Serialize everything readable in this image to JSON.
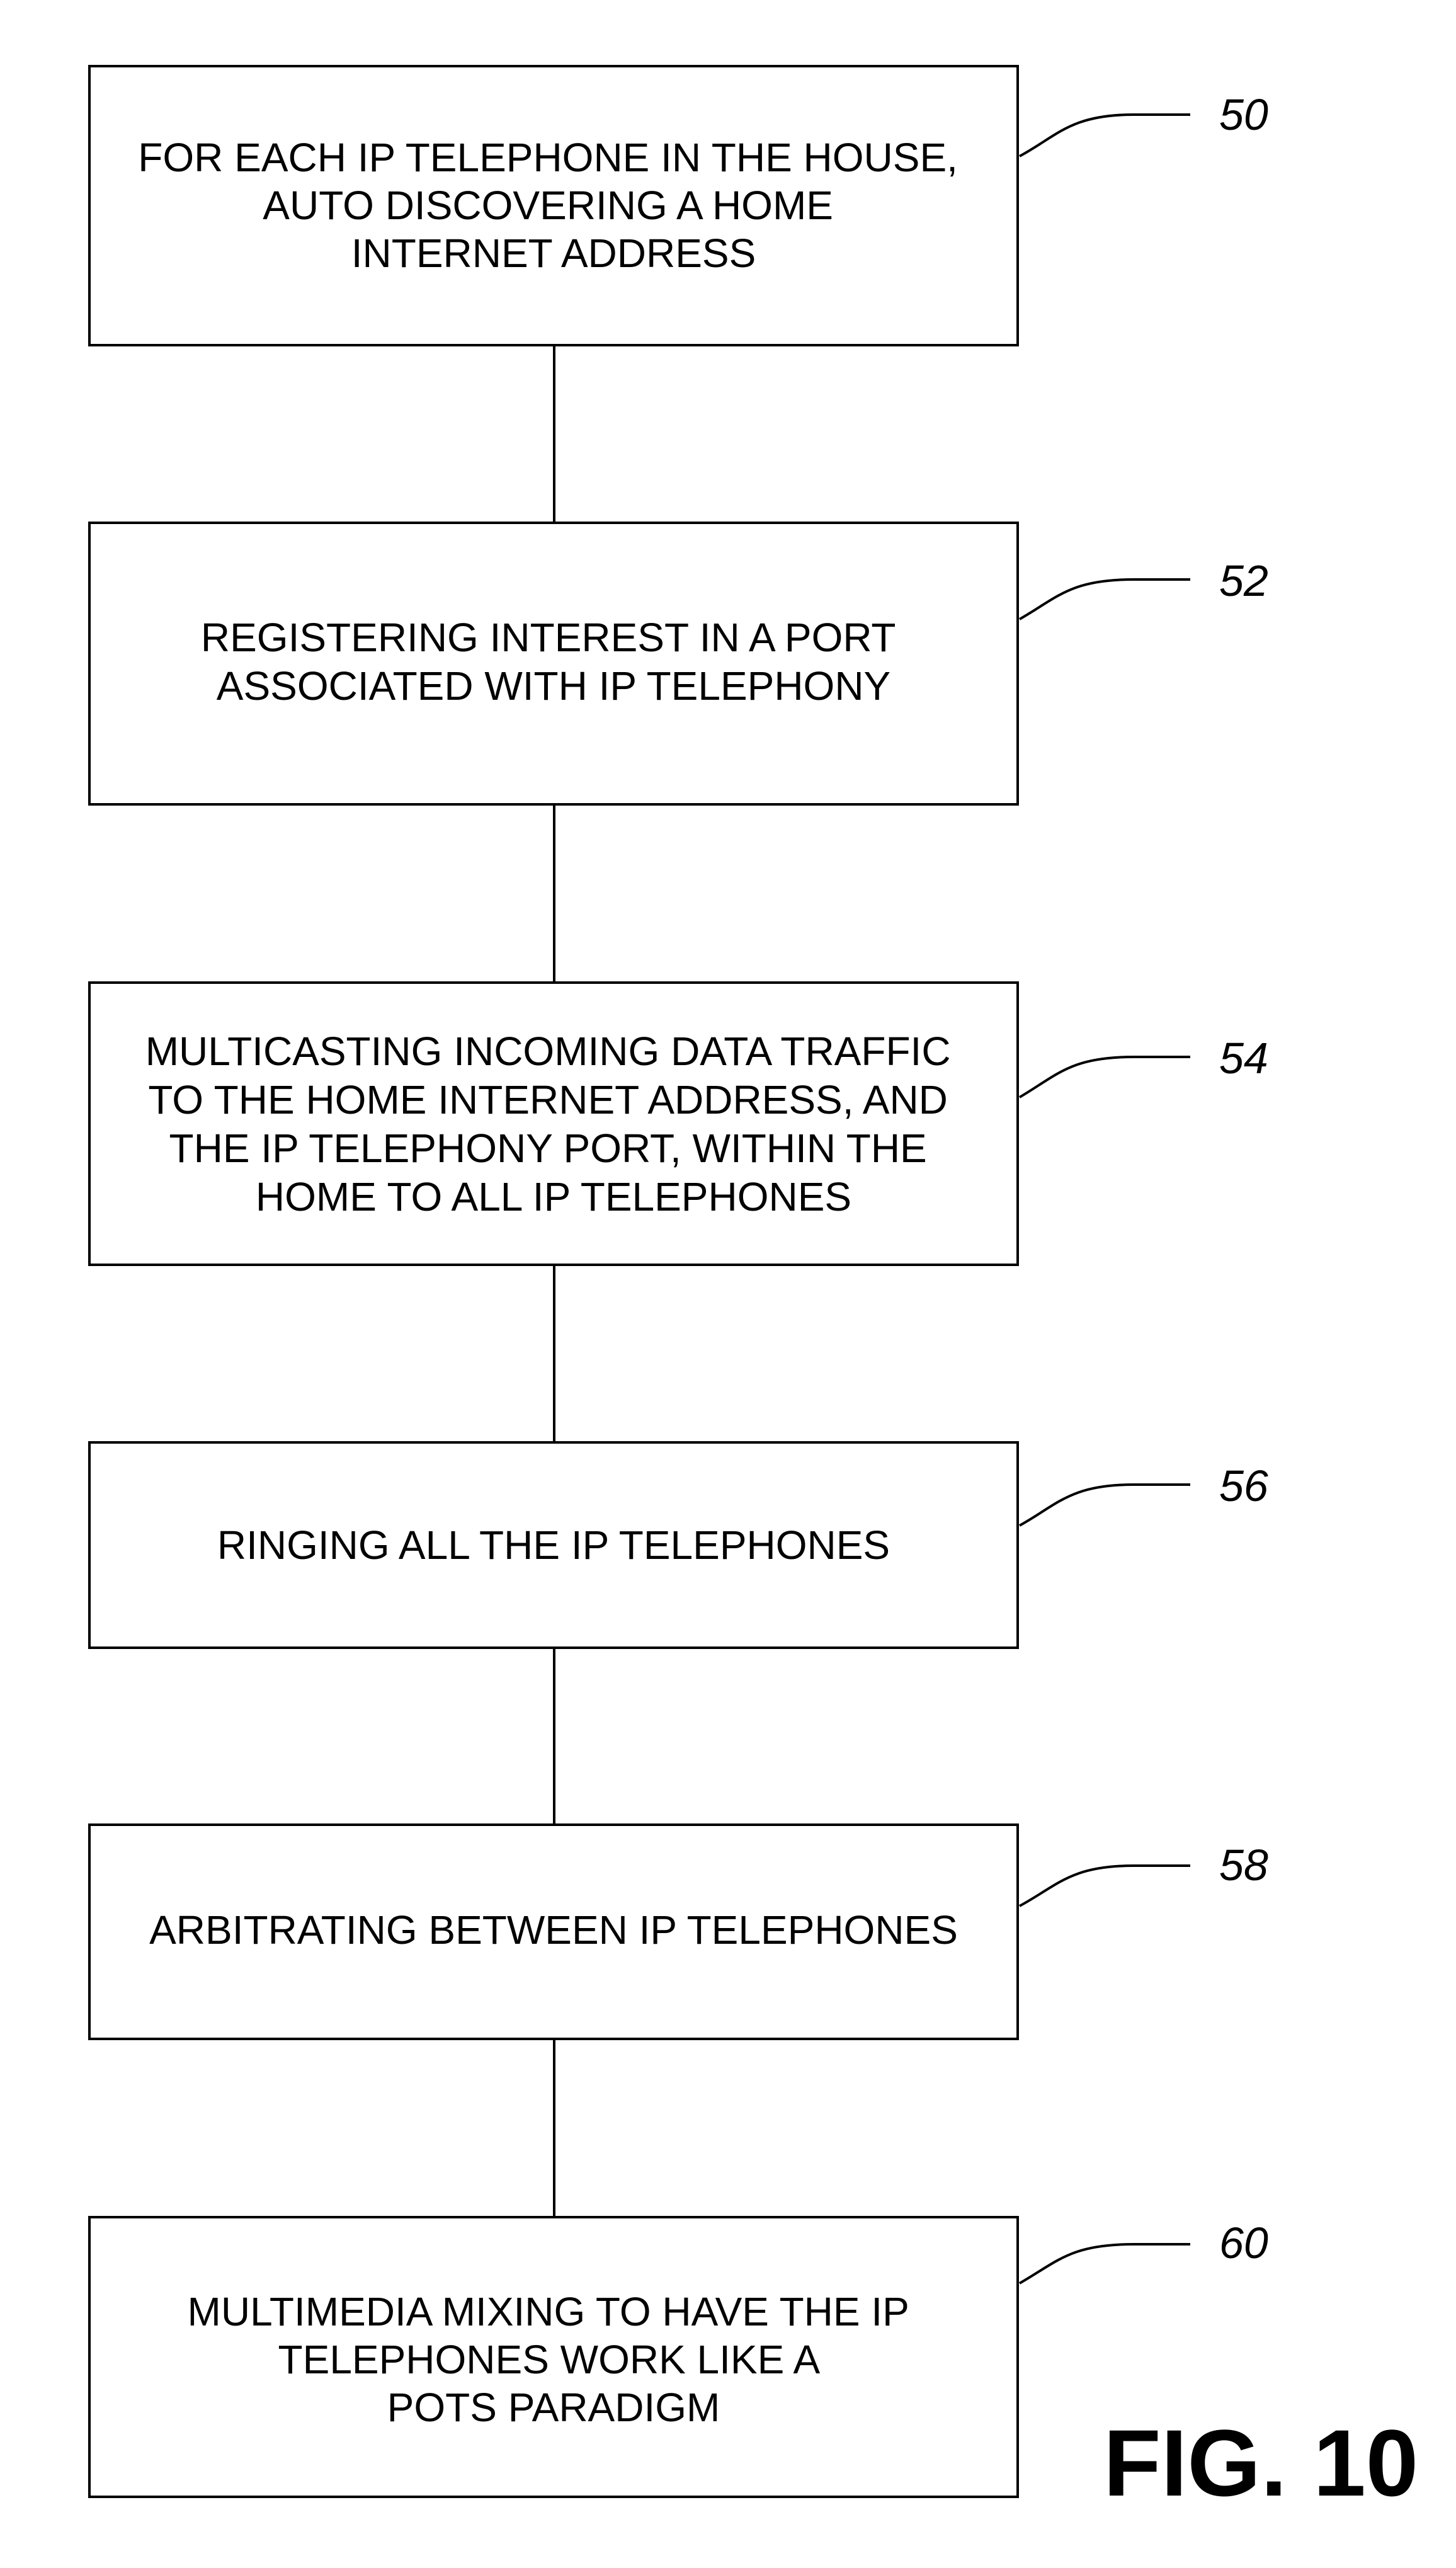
{
  "figure": {
    "label": "FIG. 10",
    "steps": [
      {
        "ref": "50",
        "lines": [
          "FOR EACH IP TELEPHONE IN THE HOUSE,",
          "AUTO DISCOVERING A HOME",
          "INTERNET ADDRESS"
        ]
      },
      {
        "ref": "52",
        "lines": [
          "REGISTERING INTEREST IN A PORT",
          "ASSOCIATED WITH IP TELEPHONY"
        ]
      },
      {
        "ref": "54",
        "lines": [
          "MULTICASTING INCOMING DATA TRAFFIC",
          "TO THE HOME INTERNET ADDRESS, AND",
          "THE IP TELEPHONY PORT, WITHIN THE",
          "HOME TO ALL IP TELEPHONES"
        ]
      },
      {
        "ref": "56",
        "lines": [
          "RINGING ALL THE IP TELEPHONES"
        ]
      },
      {
        "ref": "58",
        "lines": [
          "ARBITRATING  BETWEEN IP TELEPHONES"
        ]
      },
      {
        "ref": "60",
        "lines": [
          "MULTIMEDIA MIXING TO HAVE THE IP",
          "TELEPHONES WORK LIKE A",
          "POTS PARADIGM"
        ]
      }
    ]
  }
}
